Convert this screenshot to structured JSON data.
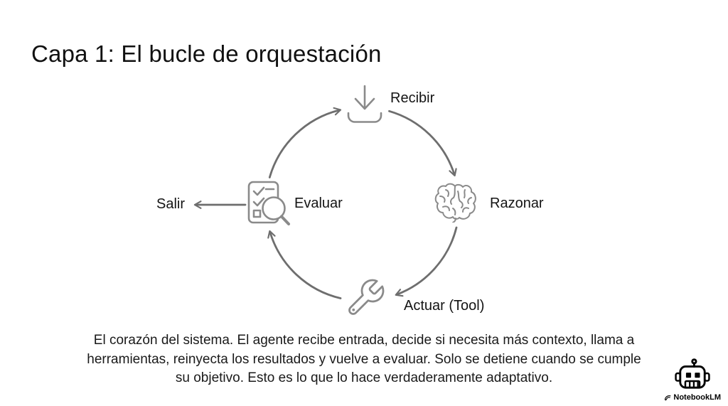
{
  "title": "Capa 1: El bucle de orquestación",
  "diagram": {
    "nodes": [
      {
        "id": "recibir",
        "label": "Recibir",
        "icon": "inbox-download-icon"
      },
      {
        "id": "razonar",
        "label": "Razonar",
        "icon": "brain-icon"
      },
      {
        "id": "actuar",
        "label": "Actuar (Tool)",
        "icon": "wrench-icon"
      },
      {
        "id": "evaluar",
        "label": "Evaluar",
        "icon": "checklist-magnifier-icon"
      }
    ],
    "exit_label": "Salir",
    "connections": [
      {
        "from": "Recibir",
        "to": "Razonar"
      },
      {
        "from": "Razonar",
        "to": "Actuar (Tool)"
      },
      {
        "from": "Actuar (Tool)",
        "to": "Evaluar"
      },
      {
        "from": "Evaluar",
        "to": "Recibir"
      },
      {
        "from": "Evaluar",
        "to": "Salir"
      }
    ]
  },
  "description": {
    "lines": [
      "El corazón del sistema. El agente recibe entrada, decide si necesita más contexto, llama a",
      "herramientas, reinyecta los resultados y vuelve a evaluar. Solo se detiene cuando se cumple",
      "su objetivo. Esto es lo que lo hace verdaderamente adaptativo."
    ]
  },
  "watermark": {
    "brand": "NotebookLM",
    "icon": "robot-icon"
  },
  "colors": {
    "background": "#ffffff",
    "arrow": "#6e6e6e",
    "icon": "#8a8a8a",
    "title_text": "#111111",
    "body_text": "#1a1a1a",
    "watermark": "#000000"
  }
}
